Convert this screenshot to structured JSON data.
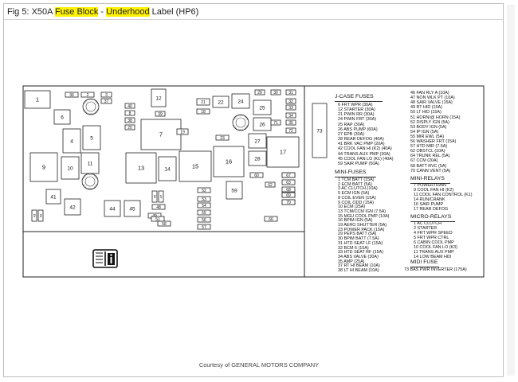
{
  "header": {
    "prefix": "Fig 5: X50A",
    "highlight1": "Fuse Block",
    "sep": " - ",
    "highlight2": "Underhood",
    "suffix": "Label (HP6)"
  },
  "footer": {
    "credit": "Courtesy of GENERAL MOTORS COMPANY"
  },
  "diagram": {
    "boxes": [
      "1",
      "2",
      "3",
      "4",
      "5",
      "6",
      "7",
      "8",
      "9",
      "10",
      "11",
      "12",
      "13",
      "14",
      "15",
      "16",
      "17",
      "18",
      "19",
      "20",
      "21",
      "22",
      "23",
      "24",
      "25",
      "26",
      "27",
      "28",
      "29",
      "30",
      "31",
      "32",
      "33",
      "34",
      "35",
      "36",
      "37",
      "38",
      "39",
      "40",
      "41",
      "42",
      "43",
      "44",
      "45",
      "46",
      "47",
      "48",
      "49",
      "50",
      "51",
      "52",
      "53",
      "54",
      "55",
      "56",
      "57",
      "58",
      "59",
      "60",
      "61",
      "62",
      "63",
      "64",
      "65",
      "66",
      "67",
      "68",
      "69",
      "70",
      "71",
      "72",
      "73"
    ],
    "jcase": {
      "title": "J-CASE FUSES",
      "items": [
        "6  FRT WPR  (30A)",
        "12  STARTER  (30A)",
        "21  PWIN RR  (30A)",
        "24  PWIN FRT  (30A)",
        "25  RAP  (30A)",
        "26  ABS PUMP  (60A)",
        "27  EPB  (30A)",
        "28  REAR DEFOG  (40A)",
        "41  BRK VAC PMP  (20A)",
        "42  COOL FAN HI  (K2)  (40A)",
        "44  TRANS AUX PMP  (30A)",
        "45  COOL FAN LO  (K1)  (40A)",
        "59  SAIR PUMP  (50A)"
      ]
    },
    "mini_fuses": {
      "title": "MINI-FUSES",
      "items": [
        "1  TCM BATT  (15A)",
        "2  ECM BATT  (5A)",
        "3  AC CLUTCH  (10A)",
        "5  ECM IGN  (5A)",
        "8  COIL EVEN  (15A)",
        "9  COIL ODD  (15A)",
        "10  ECM  (25A)",
        "13  TCM/CCM IGN  (7.5A)",
        "15  MGU COOL PMP  (10A)",
        "16  BPIM IGN  (5A)",
        "19  AERO SHUTTER  (5A)",
        "23  POWER PACK  (15A)",
        "29  PEPS BATT  (5A)",
        "30  BPIM BATT  (7.5A)",
        "31  HTD SEAT LF  (15A)",
        "32  BCM 6  (15A)",
        "33  HTD SEAT RF  (15A)",
        "34  ABS VALVE  (30A)",
        "35  AMP  (25A)",
        "37  RT HI BEAM  (10A)",
        "38  LT HI BEAM  (10A)"
      ]
    },
    "col3": {
      "items": [
        "46  FAN RLY A  (10A)",
        "47  NON WLK PT  (10A)",
        "48  SAIR VALVE  (15A)",
        "49  RT HID  (15A)",
        "50  LT HID  (15A)",
        "51  HORN/@ HORN  (15A)",
        "52  DISPLY IGN  (5A)",
        "53  BODY IGN  (5A)",
        "54  IP IGN  (5A)",
        "55  MIR EWL  (5A)",
        "56  WASHER FRT  (15A)",
        "57  HTD MIR  (7.5A)",
        "62  OBSTCL  (10A)",
        "64  TRUNK REL  (5A)",
        "67  CCM  (20A)",
        "68  BATT RVC  (5A)",
        "70  CANN VENT  (5A)"
      ]
    },
    "mini_relays": {
      "title": "MINI-RELAYS",
      "items": [
        "7  POWERTRAIN",
        "9  COOL FAN HI  (K2)",
        "11  COOL FAN CONTROL  (K1)",
        "14  RUN/CRANK",
        "16  SAIR PUMP",
        "17  REAR DEFOG"
      ]
    },
    "micro_relays": {
      "title": "MICRO-RELAYS",
      "items": [
        "1  AC CLUTCH",
        "2  STARTER",
        "4  FRT WPR SPEED",
        "5  FRT WPR CTRL",
        "6  CABIN COOL PMP",
        "10  COOL FAN LO  (K3)",
        "11  TRANS AUX PMP",
        "14  LOW BEAM HID"
      ]
    },
    "midi_fuse": {
      "title": "MIDI FUSE",
      "items": [
        "73  BAS PWR INVERTER  (175A)"
      ]
    }
  }
}
